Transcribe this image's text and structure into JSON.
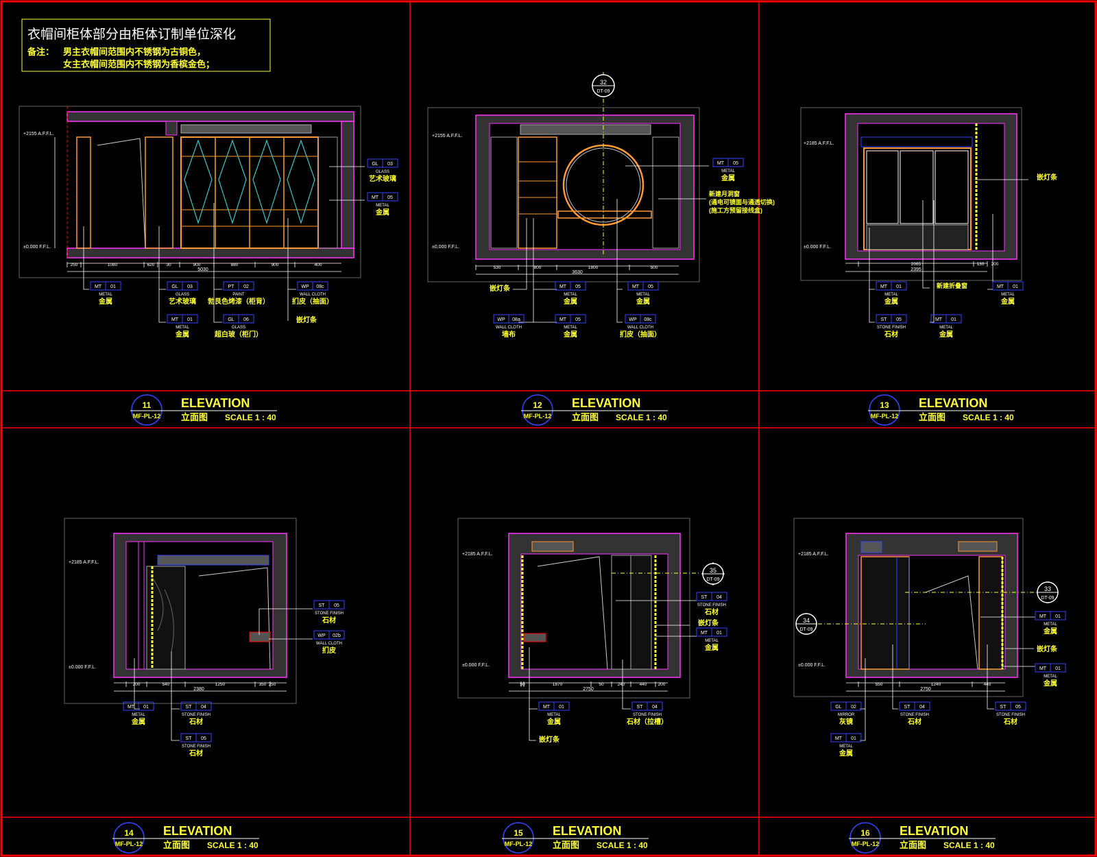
{
  "note": {
    "title": "衣帽间柜体部分由柜体订制单位深化",
    "remark_label": "备注：",
    "remark_line1": "男主衣帽间范围内不锈钢为古铜色，",
    "remark_line2": "女主衣帽间范围内不锈钢为香槟金色；"
  },
  "colors": {
    "frame": "#ff0000",
    "wall": "#ff33ff",
    "text_yellow": "#ffff33",
    "text_white": "#ffffff",
    "tag_blue": "#3344ff",
    "cabinet": "#ff9933",
    "glass": "#33cccc"
  },
  "panels": [
    {
      "id": "p11",
      "number": "11",
      "sheet": "MF-PL-12",
      "title": "ELEVATION",
      "subtitle": "立面图",
      "scale": "SCALE 1 : 40",
      "dims": [
        "250",
        "1080",
        "620",
        "30",
        "900",
        "880",
        "900",
        "400"
      ],
      "total": "5030",
      "levels": [
        "+2155 A.F.F.L.",
        "±0.000 F.F.L."
      ],
      "tags": [
        {
          "code": "GL",
          "num": "03",
          "cat": "GLASS",
          "name": "艺术玻璃"
        },
        {
          "code": "MT",
          "num": "05",
          "cat": "METAL",
          "name": "金属"
        },
        {
          "code": "MT",
          "num": "01",
          "cat": "METAL",
          "name": "金属"
        },
        {
          "code": "GL",
          "num": "03",
          "cat": "GLASS",
          "name": "艺术玻璃"
        },
        {
          "code": "PT",
          "num": "02",
          "cat": "PAINT",
          "name": "勃艮色烤漆（柜背）"
        },
        {
          "code": "WP",
          "num": "08c",
          "cat": "WALL CLOTH",
          "name": "扪皮（抽面）"
        },
        {
          "code": "MT",
          "num": "01",
          "cat": "METAL",
          "name": "金属"
        },
        {
          "code": "GL",
          "num": "06",
          "cat": "GLASS",
          "name": "超白玻（柜门）"
        }
      ],
      "extra": [
        "嵌灯条"
      ]
    },
    {
      "id": "p12",
      "number": "12",
      "sheet": "MF-PL-12",
      "title": "ELEVATION",
      "subtitle": "立面图",
      "scale": "SCALE 1 : 40",
      "dims": [
        "530",
        "800",
        "1800",
        "500"
      ],
      "total": "3630",
      "levels": [
        "+2155 A.F.F.L.",
        "±0.000 F.F.L."
      ],
      "callout": {
        "num": "32",
        "ref": "DT-09"
      },
      "tags": [
        {
          "code": "MT",
          "num": "05",
          "cat": "METAL",
          "name": "金属"
        },
        {
          "code": "MT",
          "num": "05",
          "cat": "METAL",
          "name": "金属"
        },
        {
          "code": "MT",
          "num": "05",
          "cat": "METAL",
          "name": "金属"
        },
        {
          "code": "WP",
          "num": "08a",
          "cat": "WALL CLOTH",
          "name": "墙布"
        },
        {
          "code": "MT",
          "num": "05",
          "cat": "METAL",
          "name": "金属"
        },
        {
          "code": "WP",
          "num": "08c",
          "cat": "WALL CLOTH",
          "name": "扪皮（抽面）"
        }
      ],
      "notes": [
        "新建月洞窗",
        "(通电可镜面与通透切换)",
        "(施工方预留接线盒)"
      ],
      "extra": [
        "嵌灯条"
      ]
    },
    {
      "id": "p13",
      "number": "13",
      "sheet": "MF-PL-12",
      "title": "ELEVATION",
      "subtitle": "立面图",
      "scale": "SCALE 1 : 40",
      "dims": [
        "2065",
        "130",
        "200"
      ],
      "total": "2395",
      "levels": [
        "+2185 A.F.F.L.",
        "±0.000 F.F.L."
      ],
      "tags": [
        {
          "code": "MT",
          "num": "01",
          "cat": "METAL",
          "name": "金属"
        },
        {
          "code": "MT",
          "num": "01",
          "cat": "METAL",
          "name": "金属"
        },
        {
          "code": "ST",
          "num": "05",
          "cat": "STONE FINISH",
          "name": "石材"
        },
        {
          "code": "MT",
          "num": "01",
          "cat": "METAL",
          "name": "金属"
        }
      ],
      "notes": [
        "新建折叠窗"
      ],
      "extra": [
        "嵌灯条"
      ]
    },
    {
      "id": "p14",
      "number": "14",
      "sheet": "MF-PL-12",
      "title": "ELEVATION",
      "subtitle": "立面图",
      "scale": "SCALE 1 : 40",
      "dims": [
        "200",
        "540",
        "1250",
        "350",
        "250"
      ],
      "total": "2380",
      "levels": [
        "+2185 A.F.F.L.",
        "±0.000 F.F.L."
      ],
      "tags": [
        {
          "code": "ST",
          "num": "05",
          "cat": "STONE FINISH",
          "name": "石材"
        },
        {
          "code": "WP",
          "num": "02b",
          "cat": "WALL CLOTH",
          "name": "扪皮"
        },
        {
          "code": "MT",
          "num": "01",
          "cat": "METAL",
          "name": "金属"
        },
        {
          "code": "ST",
          "num": "04",
          "cat": "STONE FINISH",
          "name": "石材"
        },
        {
          "code": "ST",
          "num": "05",
          "cat": "STONE FINISH",
          "name": "石材"
        }
      ]
    },
    {
      "id": "p15",
      "number": "15",
      "sheet": "MF-PL-12",
      "title": "ELEVATION",
      "subtitle": "立面图",
      "scale": "SCALE 1 : 40",
      "dims": [
        "50",
        "1870",
        "50",
        "240",
        "440",
        "200"
      ],
      "total": "2750",
      "levels": [
        "+2185 A.F.F.L.",
        "±0.000 F.F.L."
      ],
      "callout": {
        "num": "35",
        "ref": "DT-09"
      },
      "tags": [
        {
          "code": "ST",
          "num": "04",
          "cat": "STONE FINISH",
          "name": "石材"
        },
        {
          "code": "MT",
          "num": "01",
          "cat": "METAL",
          "name": "金属"
        },
        {
          "code": "MT",
          "num": "01",
          "cat": "METAL",
          "name": "金属"
        },
        {
          "code": "ST",
          "num": "04",
          "cat": "STONE FINISH",
          "name": "石材（拉槽）"
        }
      ],
      "extra": [
        "嵌灯条",
        "嵌灯条"
      ]
    },
    {
      "id": "p16",
      "number": "16",
      "sheet": "MF-PL-12",
      "title": "ELEVATION",
      "subtitle": "立面图",
      "scale": "SCALE 1 : 40",
      "dims": [
        "550",
        "1240",
        "440"
      ],
      "total": "2750",
      "levels": [
        "+2185 A.F.F.L.",
        "±0.000 F.F.L."
      ],
      "callout": {
        "num": "33",
        "ref": "DT-09"
      },
      "callout2": {
        "num": "34",
        "ref": "DT-09"
      },
      "tags": [
        {
          "code": "MT",
          "num": "01",
          "cat": "METAL",
          "name": "金属"
        },
        {
          "code": "MT",
          "num": "01",
          "cat": "METAL",
          "name": "金属"
        },
        {
          "code": "GL",
          "num": "02",
          "cat": "MIRROR",
          "name": "灰镜"
        },
        {
          "code": "ST",
          "num": "04",
          "cat": "STONE FINISH",
          "name": "石材"
        },
        {
          "code": "ST",
          "num": "05",
          "cat": "STONE FINISH",
          "name": "石材"
        },
        {
          "code": "MT",
          "num": "01",
          "cat": "METAL",
          "name": "金属"
        }
      ],
      "extra": [
        "嵌灯条"
      ]
    }
  ]
}
